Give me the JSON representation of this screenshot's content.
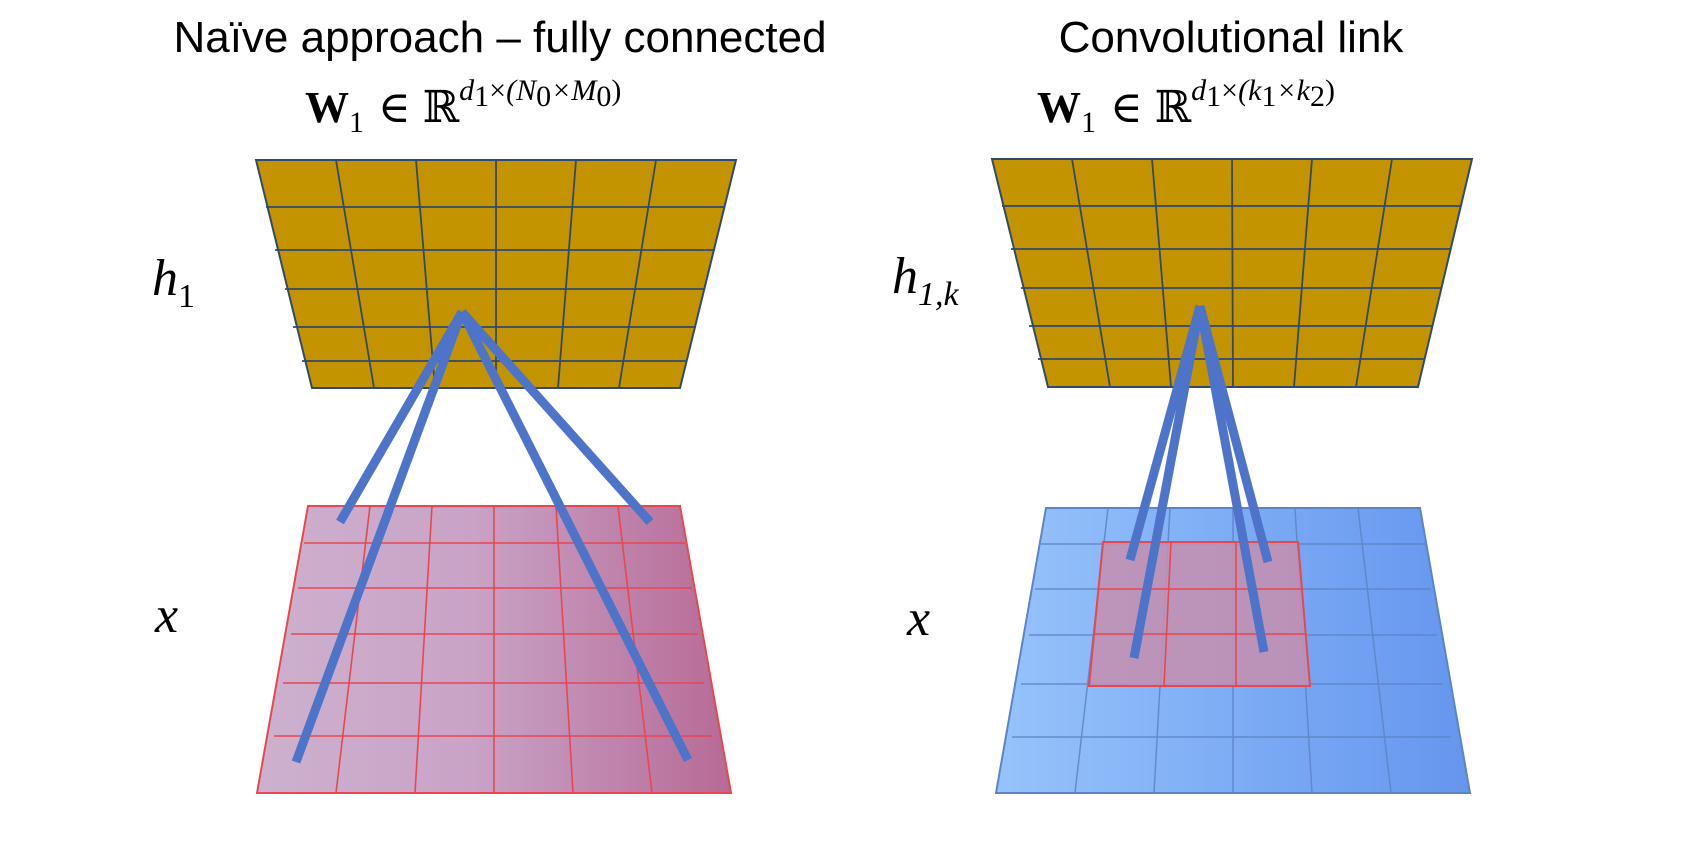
{
  "panels": [
    {
      "title": "Naïve approach – fully connected",
      "formula": {
        "symbol": "W",
        "symbol_sub": "1",
        "relation": "∈",
        "space": "ℝ",
        "exponent_prefix": "d",
        "exponent_prefix_sub": "1",
        "exponent_times": "×",
        "exponent_body": "(N",
        "exponent_body_sub1": "0",
        "exponent_body_mid": "×M",
        "exponent_body_sub2": "0",
        "exponent_close": ")"
      },
      "top_layer_label": "h",
      "top_layer_label_sub": "1",
      "bottom_layer_label": "x"
    },
    {
      "title": "Convolutional link",
      "formula": {
        "symbol": "W",
        "symbol_sub": "1",
        "relation": "∈",
        "space": "ℝ",
        "exponent_prefix": "d",
        "exponent_prefix_sub": "1",
        "exponent_times": "×",
        "exponent_body": "(k",
        "exponent_body_sub1": "1",
        "exponent_body_mid": "×k",
        "exponent_body_sub2": "2",
        "exponent_close": ")"
      },
      "top_layer_label": "h",
      "top_layer_label_sub": "1,k",
      "bottom_layer_label": "x"
    }
  ],
  "colors": {
    "hidden_fill": "#C49400",
    "hidden_grid": "#2F4A6E",
    "input_left_start": "#CDB0CE",
    "input_left_end": "#B76A95",
    "input_left_grid": "#E8474F",
    "input_right_start": "#97C3FB",
    "input_right_end": "#6496EE",
    "input_right_grid": "#5D84C4",
    "kernel_fill": "#C490B1",
    "kernel_grid": "#E8474F",
    "connection": "#4D74C8"
  }
}
